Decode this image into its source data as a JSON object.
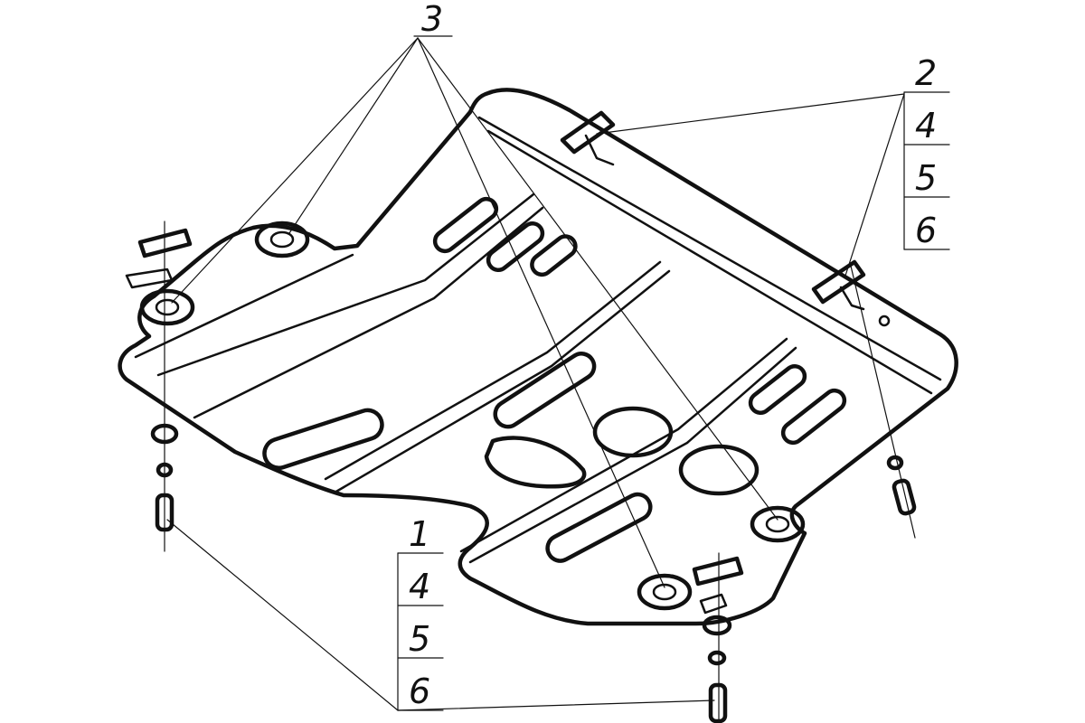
{
  "callouts": {
    "group_top": {
      "label": "3"
    },
    "group_right": {
      "labels": [
        "2",
        "4",
        "5",
        "6"
      ]
    },
    "group_bottom": {
      "labels": [
        "1",
        "4",
        "5",
        "6"
      ]
    }
  },
  "colors": {
    "ink": "#111111",
    "paper": "#ffffff"
  }
}
